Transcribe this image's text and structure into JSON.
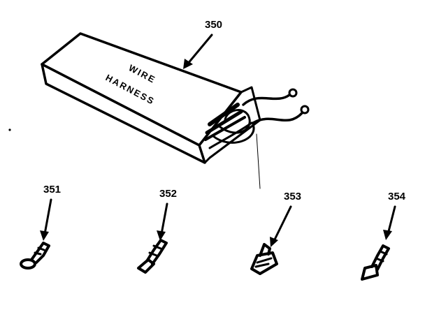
{
  "diagram": {
    "box_label_line1": "WIRE",
    "box_label_line2": "HARNESS",
    "callouts": {
      "harness": "350",
      "terminal_1": "351",
      "terminal_2": "352",
      "terminal_3": "353",
      "terminal_4": "354"
    }
  }
}
